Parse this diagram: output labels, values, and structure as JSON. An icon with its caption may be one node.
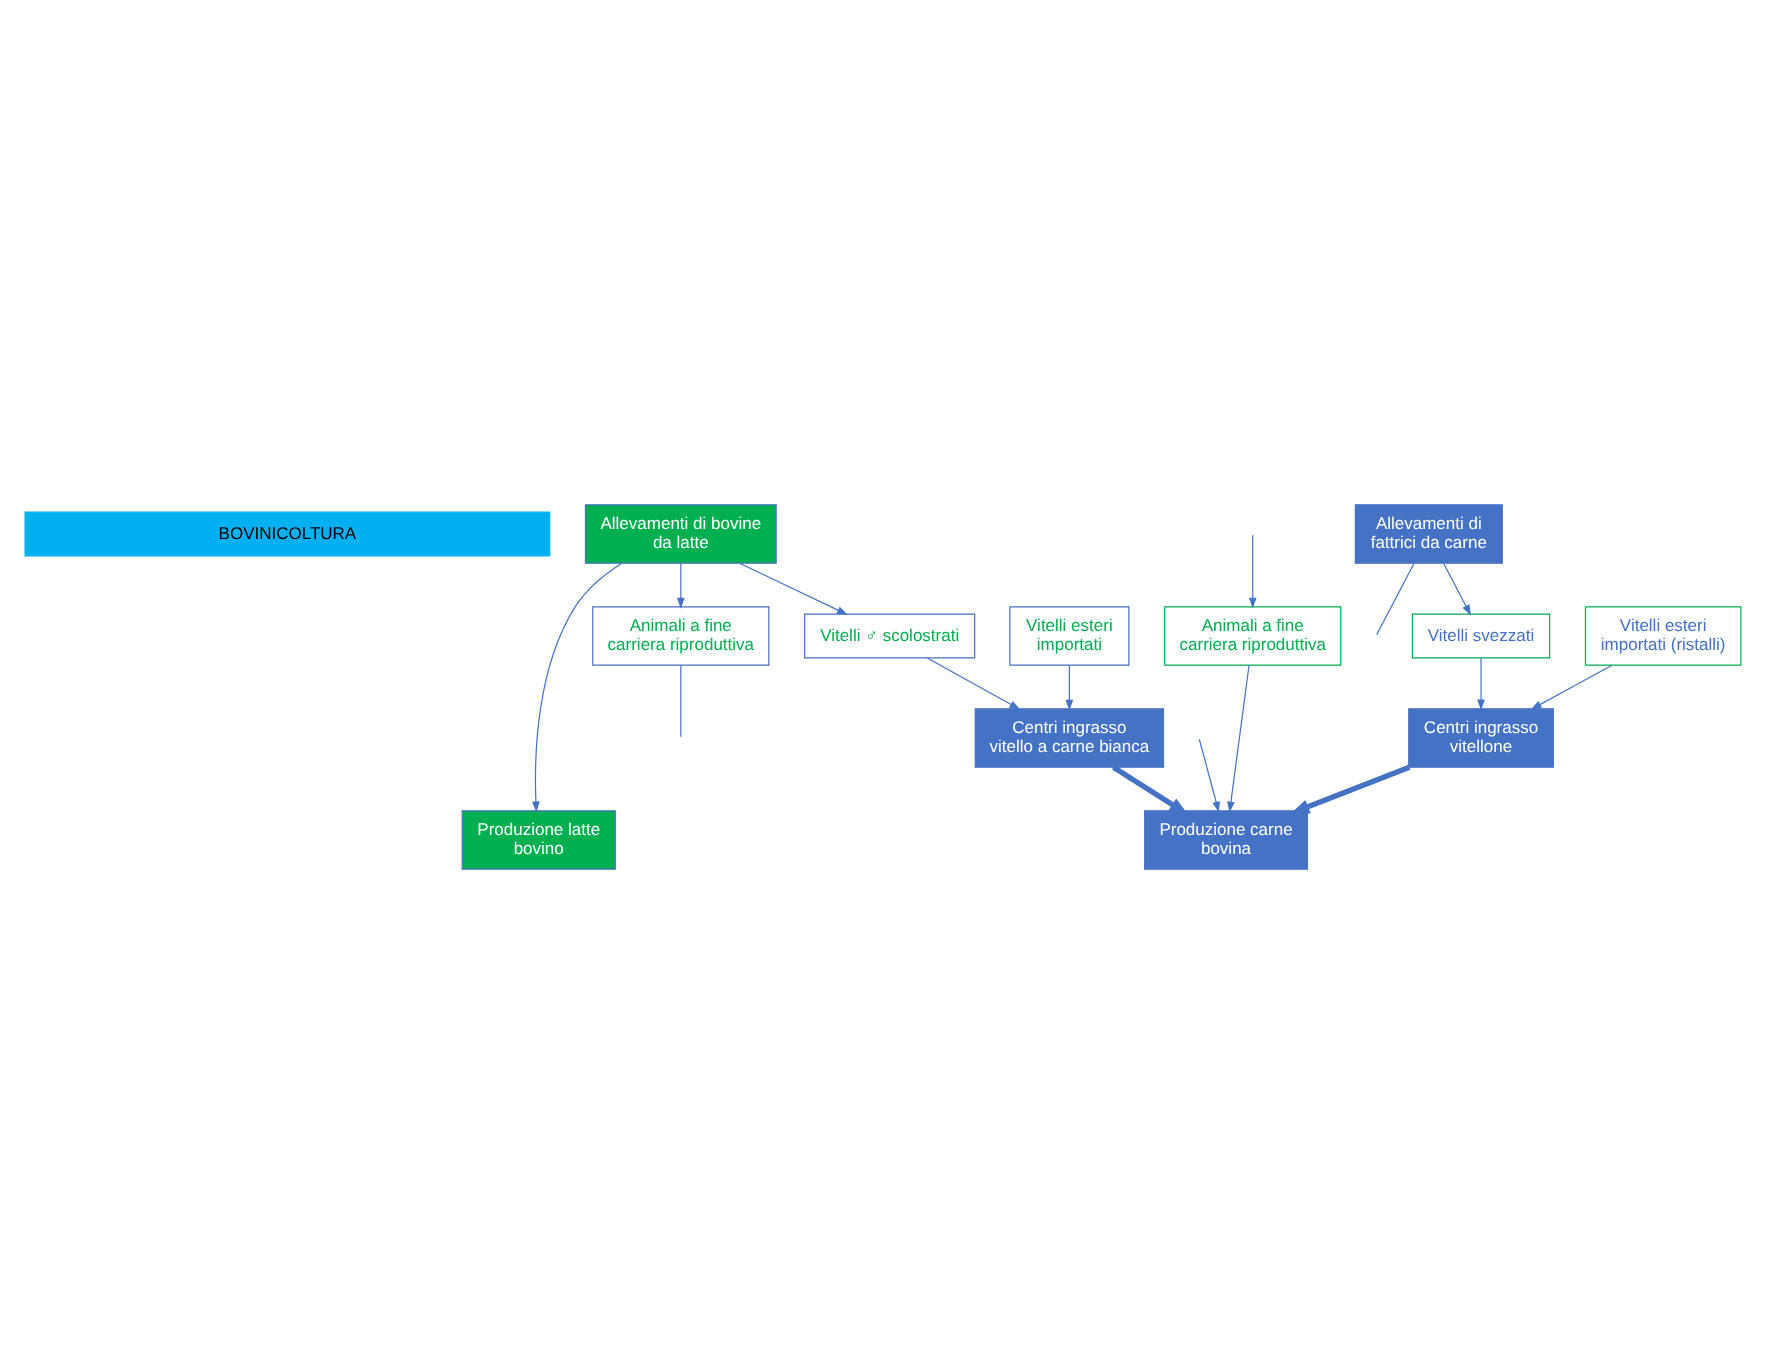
{
  "diagram": {
    "nodes": [
      {
        "text": [
          "BOVINICOLTURA"
        ]
      },
      {
        "text": [
          "Allevamenti di bovine da latte"
        ]
      },
      {
        "text": [
          "Allevamenti di fattrici da carne"
        ]
      },
      {
        "text": [
          "Centri ingrasso vitello a carne bianca"
        ]
      },
      {
        "text": [
          "Centri ingrasso vitellone"
        ]
      },
      {
        "text": [
          "Vitelli svezzati"
        ]
      },
      {
        "text": [
          "Vitelli ♂ scolostrati"
        ]
      },
      {
        "text": [
          "Vitelli esteri importati (ristalli)"
        ]
      },
      {
        "text": [
          "Vitelli esteri importati"
        ]
      },
      {
        "text": [
          "Animali a fine carriera riproduttiva"
        ]
      },
      {
        "text": [
          "Animali a fine carriera riproduttiva"
        ]
      },
      {
        "text": [
          "Produzione latte bovino"
        ]
      },
      {
        "text": [
          "Produzione carne bovina"
        ]
      }
    ],
    "edges": [
      {
        "from": 1,
        "to": 6,
        "arrow": "to"
      },
      {
        "from": 2,
        "to": 5,
        "arrow": "to"
      },
      {
        "from": 6,
        "to": 3,
        "arrow": "to"
      },
      {
        "from": 8,
        "to": 3,
        "arrow": "to"
      },
      {
        "from": 5,
        "to": 4,
        "arrow": "to"
      },
      {
        "from": 7,
        "to": 4,
        "arrow": "to"
      },
      {
        "from": 1,
        "to": 10,
        "arrow": "to"
      },
      {
        "from": 1,
        "to": 11,
        "arrow": "to"
      },
      {
        "from": 2,
        "to": null,
        "arrow": "none"
      },
      {
        "from": null,
        "to": 9,
        "arrow": "to"
      },
      {
        "from": 10,
        "to": null,
        "arrow": "none"
      },
      {
        "from": 9,
        "to": 12,
        "arrow": "to"
      },
      {
        "from": 3,
        "to": 12,
        "arrow": "to",
        "style": "thick"
      },
      {
        "from": 4,
        "to": 12,
        "arrow": "to",
        "style": "thick"
      },
      {
        "from": null,
        "to": 12,
        "arrow": "to"
      }
    ]
  }
}
